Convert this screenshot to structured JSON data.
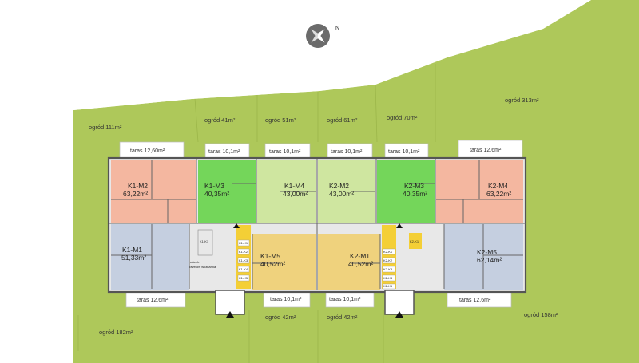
{
  "colors": {
    "garden": "#aec85a",
    "apartment_orange": "#f4b7a0",
    "apartment_green": "#74d65a",
    "apartment_lightgreen": "#cfe6a0",
    "apartment_yellow": "#efd27d",
    "apartment_blue": "#c5cfe0",
    "stair_yellow": "#f4cf36",
    "corridor": "#e8e8e8",
    "terrace": "#ffffff"
  },
  "icons": {
    "compass": "compass-rose-icon",
    "north_letter": "N"
  },
  "gardens": [
    {
      "id": "ogrod-111",
      "label": "ogród 111m²"
    },
    {
      "id": "ogrod-41",
      "label": "ogród 41m²"
    },
    {
      "id": "ogrod-51",
      "label": "ogród 51m²"
    },
    {
      "id": "ogrod-61",
      "label": "ogród 61m²"
    },
    {
      "id": "ogrod-70",
      "label": "ogród 70m²"
    },
    {
      "id": "ogrod-313",
      "label": "ogród 313m²"
    },
    {
      "id": "ogrod-182",
      "label": "ogród 182m²"
    },
    {
      "id": "ogrod-42a",
      "label": "ogród 42m²"
    },
    {
      "id": "ogrod-42b",
      "label": "ogród 42m²"
    },
    {
      "id": "ogrod-158",
      "label": "ogród 158m²"
    }
  ],
  "terraces": [
    {
      "id": "t1",
      "label": "taras 12,60m²"
    },
    {
      "id": "t2",
      "label": "taras 10,1m²"
    },
    {
      "id": "t3",
      "label": "taras 10,1m²"
    },
    {
      "id": "t4",
      "label": "taras 10,1m²"
    },
    {
      "id": "t5",
      "label": "taras 10,1m²"
    },
    {
      "id": "t6",
      "label": "taras 12,6m²"
    },
    {
      "id": "t7",
      "label": "taras 12,6m²"
    },
    {
      "id": "t8",
      "label": "taras 10,1m²"
    },
    {
      "id": "t9",
      "label": "taras 10,1m²"
    },
    {
      "id": "t10",
      "label": "taras 12,6m²"
    }
  ],
  "apartments": [
    {
      "id": "k1-m2",
      "name": "K1-M2",
      "area": "63,22m²",
      "color": "#f4b7a0"
    },
    {
      "id": "k1-m3",
      "name": "K1-M3",
      "area": "40,35m²",
      "color": "#74d65a"
    },
    {
      "id": "k1-m4",
      "name": "K1-M4",
      "area": "43,00m²",
      "color": "#cfe6a0"
    },
    {
      "id": "k2-m2",
      "name": "K2-M2",
      "area": "43,00m²",
      "color": "#cfe6a0"
    },
    {
      "id": "k2-m3",
      "name": "K2-M3",
      "area": "40,35m²",
      "color": "#74d65a"
    },
    {
      "id": "k2-m4",
      "name": "K2-M4",
      "area": "63,22m²",
      "color": "#f4b7a0"
    },
    {
      "id": "k1-m1",
      "name": "K1-M1",
      "area": "51,33m²",
      "color": "#c5cfe0"
    },
    {
      "id": "k1-m5",
      "name": "K1-M5",
      "area": "40,52m²",
      "color": "#efd27d"
    },
    {
      "id": "k2-m1",
      "name": "K2-M1",
      "area": "40,52m²",
      "color": "#efd27d"
    },
    {
      "id": "k2-m5",
      "name": "K2-M5",
      "area": "62,14m²",
      "color": "#c5cfe0"
    }
  ],
  "storage_left": [
    "K1-K1",
    "K1-K2",
    "K1-K3",
    "K1-K4",
    "K1-K5"
  ],
  "storage_right": [
    "K2-K1",
    "K2-K2",
    "K2-K3",
    "K2-K4",
    "K2-K5"
  ],
  "storage_tag_left": "K1-K1",
  "storage_tag_right": "K2-K1",
  "misc": {
    "wozkownia_1": "wózek",
    "wozkownia_2": "rowerów wózkarnia"
  }
}
